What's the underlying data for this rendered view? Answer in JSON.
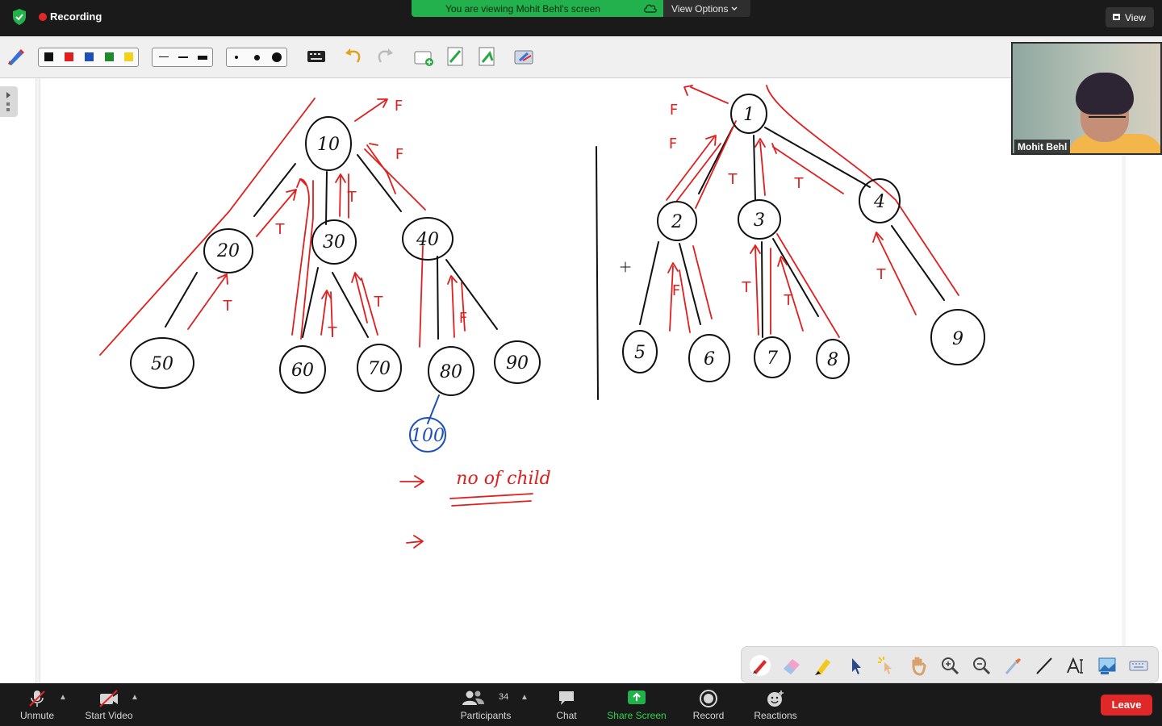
{
  "top_bar": {
    "recording_label": "Recording",
    "viewing_text": "You are viewing Mohit Behl's screen",
    "view_options_label": "View Options",
    "view_button_label": "View"
  },
  "annotation_toolbar": {
    "colors": [
      "#111111",
      "#e01e1e",
      "#1f4fb8",
      "#1f8a2a",
      "#f2d21b"
    ],
    "icons": [
      "pen-icon",
      "keyboard-icon",
      "undo-icon",
      "redo-icon",
      "new-page-icon",
      "save-icon",
      "export-icon",
      "clear-icon"
    ]
  },
  "video_tile": {
    "participant_name": "Mohit Behl"
  },
  "whiteboard": {
    "ink_colors": {
      "black": "#111111",
      "red": "#e01e1e",
      "blue": "#1f4fb8"
    },
    "left_tree_nodes": [
      "10",
      "20",
      "30",
      "40",
      "50",
      "60",
      "70",
      "80",
      "90",
      "100"
    ],
    "right_tree_nodes": [
      "1",
      "2",
      "3",
      "4",
      "5",
      "6",
      "7",
      "8",
      "9"
    ],
    "edge_labels": [
      "T",
      "F"
    ],
    "note": "no of child"
  },
  "whiteboard_tools": {
    "icons": [
      "pen-icon",
      "eraser-icon",
      "highlighter-icon",
      "pointer-icon",
      "spotlight-icon",
      "hand-icon",
      "zoom-in-icon",
      "zoom-out-icon",
      "eyedropper-icon",
      "line-icon",
      "text-icon",
      "image-icon",
      "keyboard-icon"
    ]
  },
  "bottom_bar": {
    "unmute_label": "Unmute",
    "start_video_label": "Start Video",
    "participants_label": "Participants",
    "participants_count": "34",
    "chat_label": "Chat",
    "share_screen_label": "Share Screen",
    "record_label": "Record",
    "reactions_label": "Reactions",
    "leave_label": "Leave"
  }
}
